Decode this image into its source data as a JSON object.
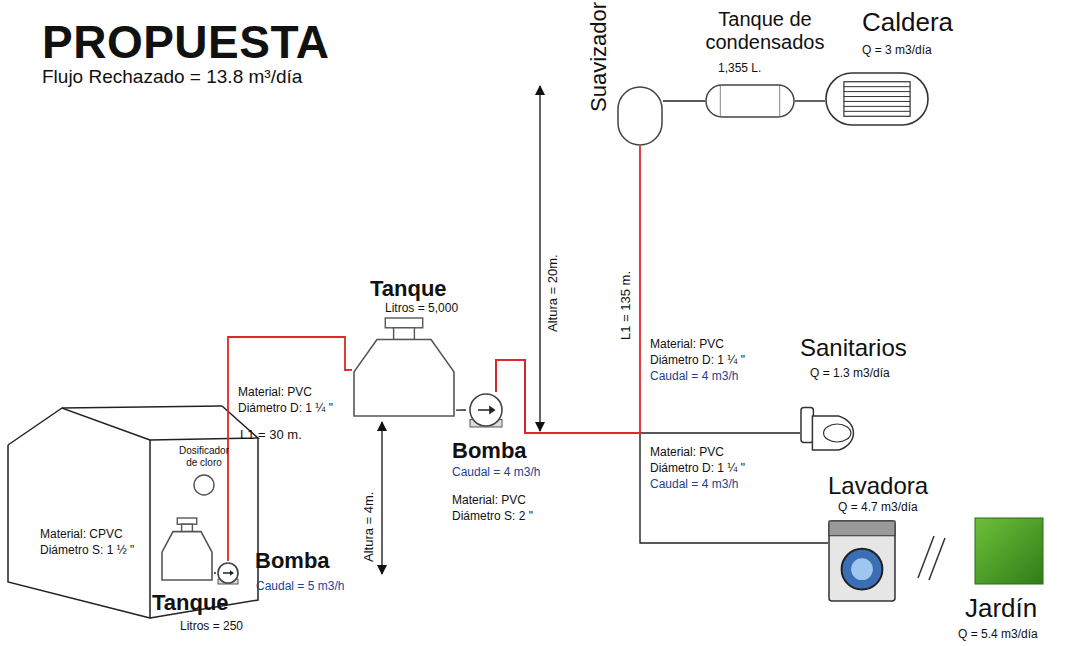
{
  "diagram": {
    "title": "PROPUESTA",
    "nodes": [
      {
        "text": [
          "Tanque",
          "Litros = 250"
        ]
      },
      {
        "text": [
          "Dosificador de cloro"
        ]
      },
      {
        "text": [
          "Bomba",
          "Caudal = 5 m3/h"
        ]
      },
      {
        "text": [
          "Tanque",
          "Litros = 5,000"
        ]
      },
      {
        "text": [
          "Bomba",
          "Caudal = 4 m3/h"
        ]
      },
      {
        "text": [
          "Suavizador"
        ]
      },
      {
        "text": [
          "Tanque de condensados",
          "1,355 L."
        ]
      },
      {
        "text": [
          "Caldera",
          "Q = 3 m3/día"
        ]
      },
      {
        "text": [
          "Sanitarios",
          "Q = 1.3 m3/día"
        ]
      },
      {
        "text": [
          "Lavadora",
          "Q = 4.7 m3/día"
        ]
      },
      {
        "text": [
          "Jardín",
          "Q = 5.4 m3/día"
        ]
      }
    ],
    "edges": [
      {
        "from": 0,
        "to": 2,
        "arrow": "none"
      },
      {
        "from": 2,
        "to": 3,
        "arrow": "none"
      },
      {
        "from": 3,
        "to": 4,
        "arrow": "none"
      },
      {
        "from": 4,
        "to": 5,
        "arrow": "none"
      },
      {
        "from": 4,
        "to": 8,
        "arrow": "none"
      },
      {
        "from": 4,
        "to": 9,
        "arrow": "none"
      },
      {
        "from": 5,
        "to": 6,
        "arrow": "none"
      },
      {
        "from": 6,
        "to": 7,
        "arrow": "none"
      }
    ],
    "labels": [
      "Flujo Rechazado = 13.8 m³/día",
      "Material: CPVC",
      "Diámetro S: 1 ½ \"",
      "Material: PVC",
      "Diámetro D: 1 ¼ \"",
      "L1 = 30 m.",
      "Altura = 4m.",
      "Material: PVC",
      "Diámetro S: 2 \"",
      "Altura = 20m.",
      "L1 = 135 m.",
      "Material: PVC",
      "Diámetro D: 1 ¼ \"",
      "Caudal = 4 m3/h",
      "Material: PVC",
      "Diámetro D: 1 ¼ \"",
      "Caudal = 4 m3/h"
    ]
  }
}
